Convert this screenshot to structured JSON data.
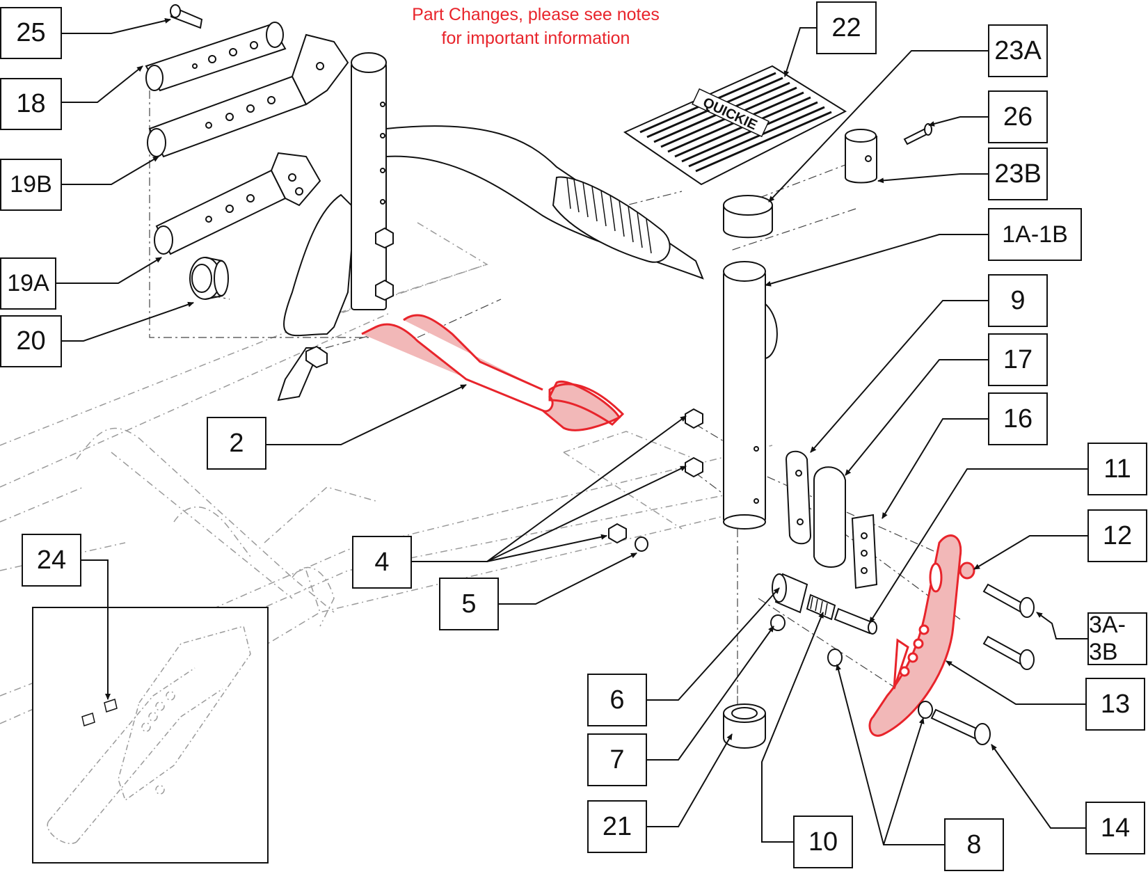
{
  "notice": {
    "line1": "Part Changes, please see notes",
    "line2": "for important information"
  },
  "callouts": [
    {
      "id": "25",
      "label": "25"
    },
    {
      "id": "18",
      "label": "18"
    },
    {
      "id": "19B",
      "label": "19B"
    },
    {
      "id": "19A",
      "label": "19A"
    },
    {
      "id": "20",
      "label": "20"
    },
    {
      "id": "2",
      "label": "2"
    },
    {
      "id": "4",
      "label": "4"
    },
    {
      "id": "5",
      "label": "5"
    },
    {
      "id": "24",
      "label": "24"
    },
    {
      "id": "6",
      "label": "6"
    },
    {
      "id": "7",
      "label": "7"
    },
    {
      "id": "21",
      "label": "21"
    },
    {
      "id": "10",
      "label": "10"
    },
    {
      "id": "8",
      "label": "8"
    },
    {
      "id": "14",
      "label": "14"
    },
    {
      "id": "13",
      "label": "13"
    },
    {
      "id": "3A-3B",
      "label": "3A-3B"
    },
    {
      "id": "12",
      "label": "12"
    },
    {
      "id": "11",
      "label": "11"
    },
    {
      "id": "16",
      "label": "16"
    },
    {
      "id": "17",
      "label": "17"
    },
    {
      "id": "9",
      "label": "9"
    },
    {
      "id": "1A-1B",
      "label": "1A-1B"
    },
    {
      "id": "23B",
      "label": "23B"
    },
    {
      "id": "26",
      "label": "26"
    },
    {
      "id": "23A",
      "label": "23A"
    },
    {
      "id": "22",
      "label": "22"
    }
  ],
  "footplate_logo": "QUICKIE",
  "colors": {
    "highlight": "#e8242b",
    "highlight_fill": "#f2b8b8",
    "line": "#111111",
    "frame_dashed": "#9a9a9a"
  }
}
